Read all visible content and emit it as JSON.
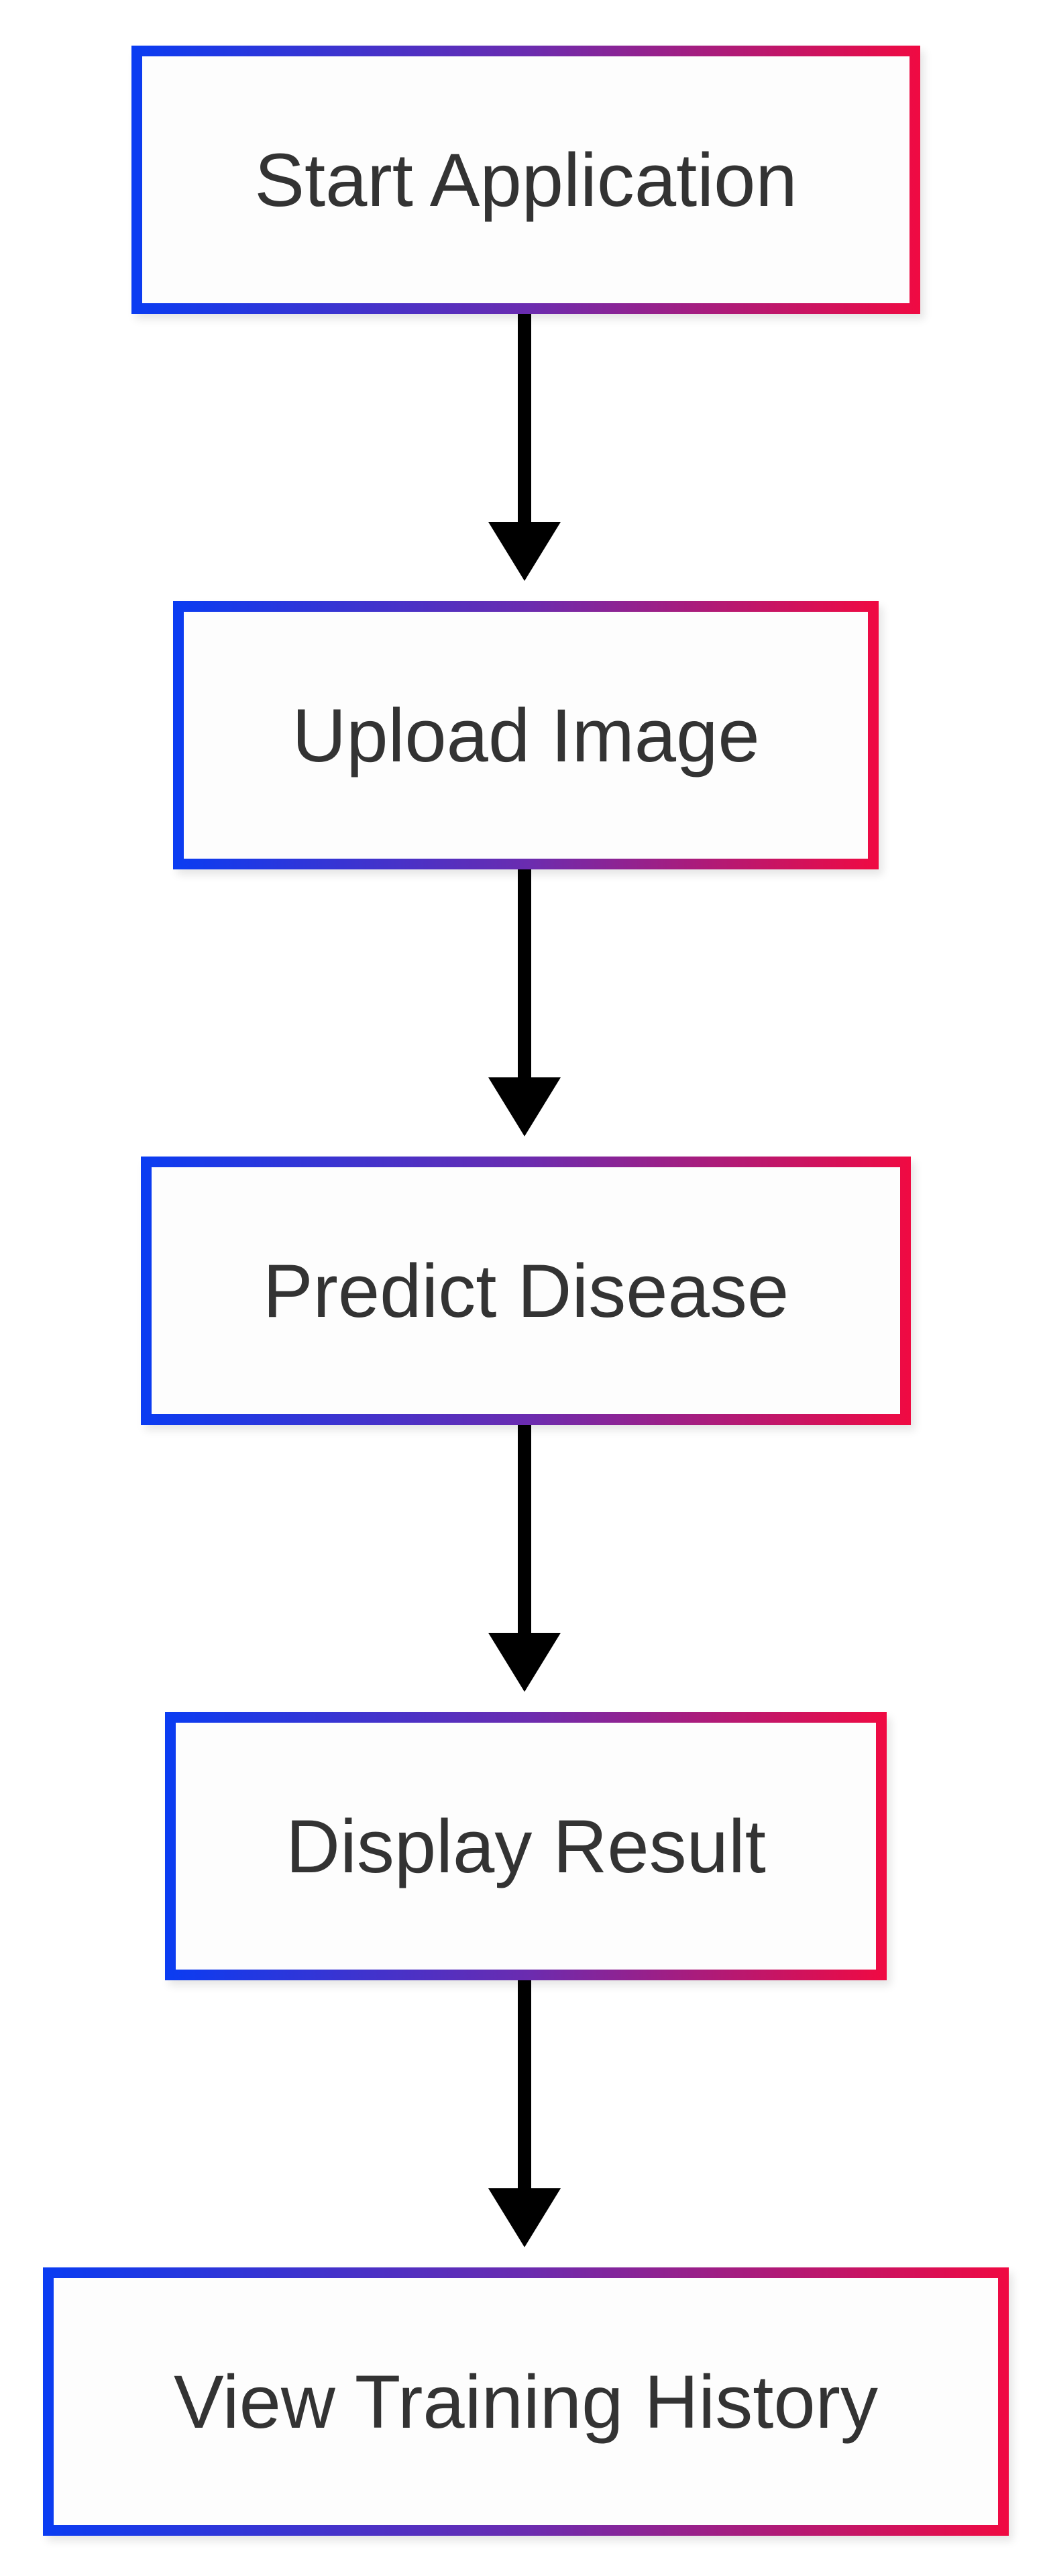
{
  "diagram": {
    "type": "flowchart",
    "direction": "top-to-bottom",
    "nodes": [
      {
        "id": "start",
        "label": "Start Application"
      },
      {
        "id": "upload",
        "label": "Upload Image"
      },
      {
        "id": "predict",
        "label": "Predict Disease"
      },
      {
        "id": "display",
        "label": "Display Result"
      },
      {
        "id": "history",
        "label": "View Training History"
      }
    ],
    "edges": [
      {
        "from": "start",
        "to": "upload"
      },
      {
        "from": "upload",
        "to": "predict"
      },
      {
        "from": "predict",
        "to": "display"
      },
      {
        "from": "display",
        "to": "history"
      }
    ]
  },
  "colors": {
    "border_gradient_start": "#0a3cf2",
    "border_gradient_end": "#f00a42",
    "node_fill": "#fdfdfd",
    "text": "#333333",
    "arrow": "#000000"
  }
}
